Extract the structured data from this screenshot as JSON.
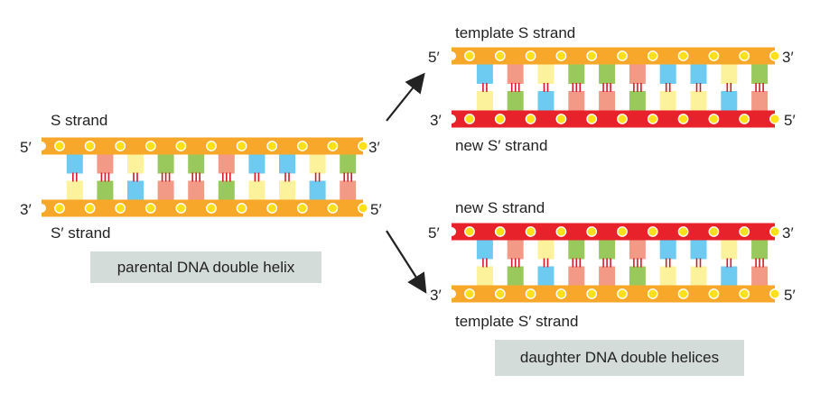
{
  "colors": {
    "backbone_orange": "#f7a82b",
    "backbone_red": "#e8222a",
    "phosphate_yellow": "#ffe01a",
    "base_blue": "#6dcbf2",
    "base_yellow": "#fdf29c",
    "base_salmon": "#f39a87",
    "base_green": "#99c95c",
    "hbond_red": "#d7182a",
    "arrow": "#222222",
    "caption_bg": "#d3dcd8"
  },
  "parental": {
    "top_label": "S strand",
    "bottom_label": "S′ strand",
    "top_left_end": "5′",
    "top_right_end": "3′",
    "bottom_left_end": "3′",
    "bottom_right_end": "5′",
    "caption": "parental DNA double helix",
    "top_bases": [
      "blue",
      "salmon",
      "yellow",
      "green",
      "green",
      "salmon",
      "blue",
      "blue",
      "yellow",
      "green"
    ],
    "bottom_bases": [
      "yellow",
      "green",
      "blue",
      "salmon",
      "salmon",
      "green",
      "yellow",
      "yellow",
      "blue",
      "salmon"
    ]
  },
  "daughter_top": {
    "top_label": "template S strand",
    "bottom_label": "new S′ strand",
    "top_left_end": "5′",
    "top_right_end": "3′",
    "bottom_left_end": "3′",
    "bottom_right_end": "5′",
    "top_color": "orange",
    "bottom_color": "red",
    "top_bases": [
      "blue",
      "salmon",
      "yellow",
      "green",
      "green",
      "salmon",
      "blue",
      "blue",
      "yellow",
      "green"
    ],
    "bottom_bases": [
      "yellow",
      "green",
      "blue",
      "salmon",
      "salmon",
      "green",
      "yellow",
      "yellow",
      "blue",
      "salmon"
    ]
  },
  "daughter_bottom": {
    "top_label": "new S strand",
    "bottom_label": "template S′ strand",
    "top_left_end": "5′",
    "top_right_end": "3′",
    "bottom_left_end": "3′",
    "bottom_right_end": "5′",
    "top_color": "red",
    "bottom_color": "orange",
    "top_bases": [
      "blue",
      "salmon",
      "yellow",
      "green",
      "green",
      "salmon",
      "blue",
      "blue",
      "yellow",
      "green"
    ],
    "bottom_bases": [
      "yellow",
      "green",
      "blue",
      "salmon",
      "salmon",
      "green",
      "yellow",
      "yellow",
      "blue",
      "salmon"
    ]
  },
  "daughter_caption": "daughter DNA double helices"
}
